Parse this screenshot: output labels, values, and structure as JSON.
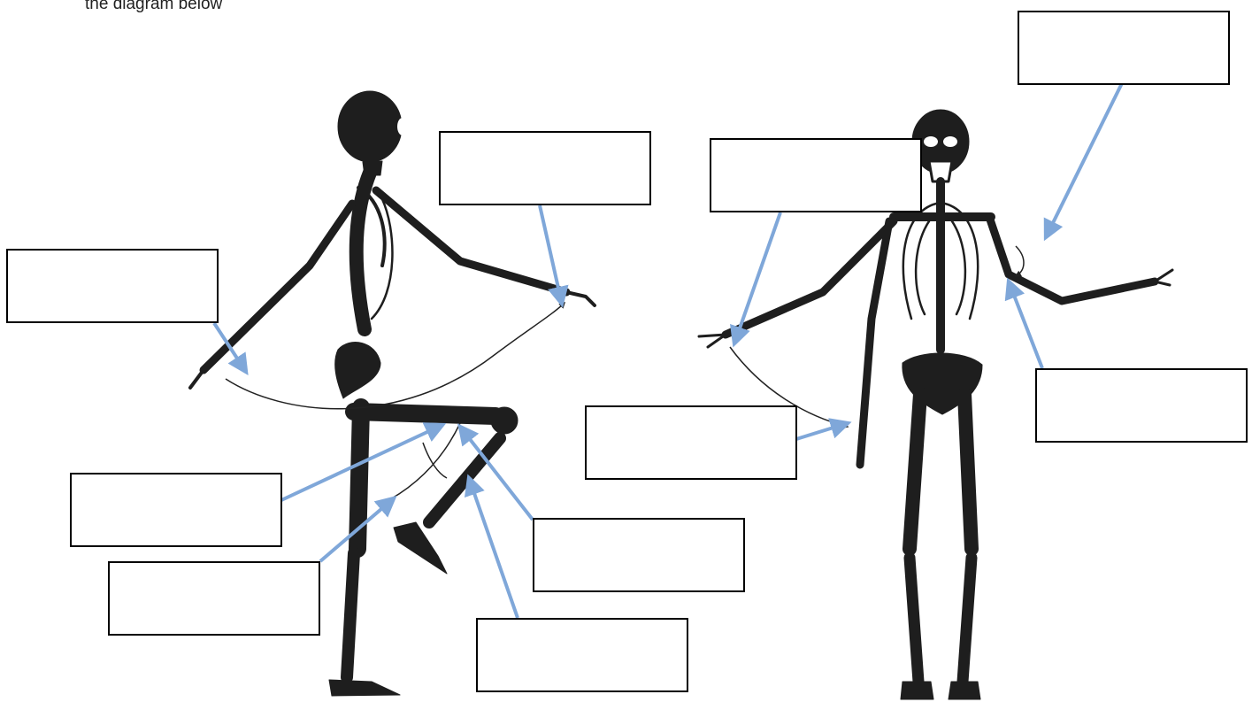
{
  "caption": "the diagram below",
  "colors": {
    "arrow": "#7fa7d9",
    "skeleton": "#1e1e1e",
    "box_border": "#000000"
  },
  "label_boxes": [
    {
      "name": "label-box-arm-top",
      "text": ""
    },
    {
      "name": "label-box-forearm-top",
      "text": ""
    },
    {
      "name": "label-box-arm-left",
      "text": ""
    },
    {
      "name": "label-box-hand-right",
      "text": ""
    },
    {
      "name": "label-box-elbow-right",
      "text": ""
    },
    {
      "name": "label-box-arm-down",
      "text": ""
    },
    {
      "name": "label-box-hip",
      "text": ""
    },
    {
      "name": "label-box-shin",
      "text": ""
    },
    {
      "name": "label-box-knee",
      "text": ""
    },
    {
      "name": "label-box-calf",
      "text": ""
    }
  ]
}
